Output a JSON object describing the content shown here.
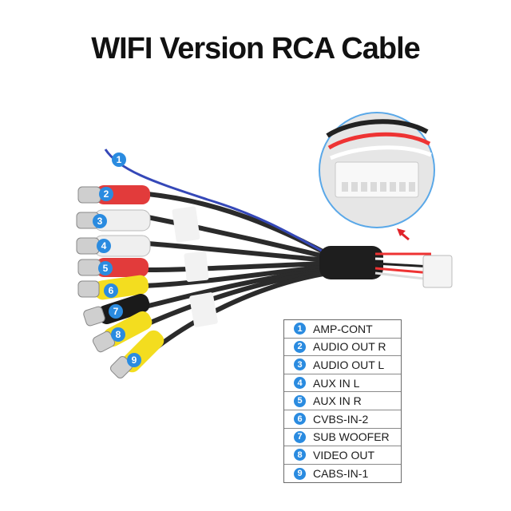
{
  "title": "WIFI Version RCA Cable",
  "callout_numbers": [
    "1",
    "2",
    "3",
    "4",
    "5",
    "6",
    "7",
    "8",
    "9"
  ],
  "legend": [
    {
      "num": "1",
      "label": "AMP-CONT"
    },
    {
      "num": "2",
      "label": "AUDIO OUT R"
    },
    {
      "num": "3",
      "label": "AUDIO OUT L"
    },
    {
      "num": "4",
      "label": "AUX IN L"
    },
    {
      "num": "5",
      "label": "AUX IN R"
    },
    {
      "num": "6",
      "label": "CVBS-IN-2"
    },
    {
      "num": "7",
      "label": "SUB WOOFER"
    },
    {
      "num": "8",
      "label": "VIDEO OUT"
    },
    {
      "num": "9",
      "label": "CABS-IN-1"
    }
  ],
  "colors": {
    "badge": "#2a8be0",
    "red": "#e23b3b",
    "white": "#efefef",
    "yellow": "#f3dd1f",
    "black": "#1a1a1a",
    "wire": "#2b2b2b",
    "arrow": "#e0232a",
    "zoom_ring": "#5aa8e8"
  }
}
